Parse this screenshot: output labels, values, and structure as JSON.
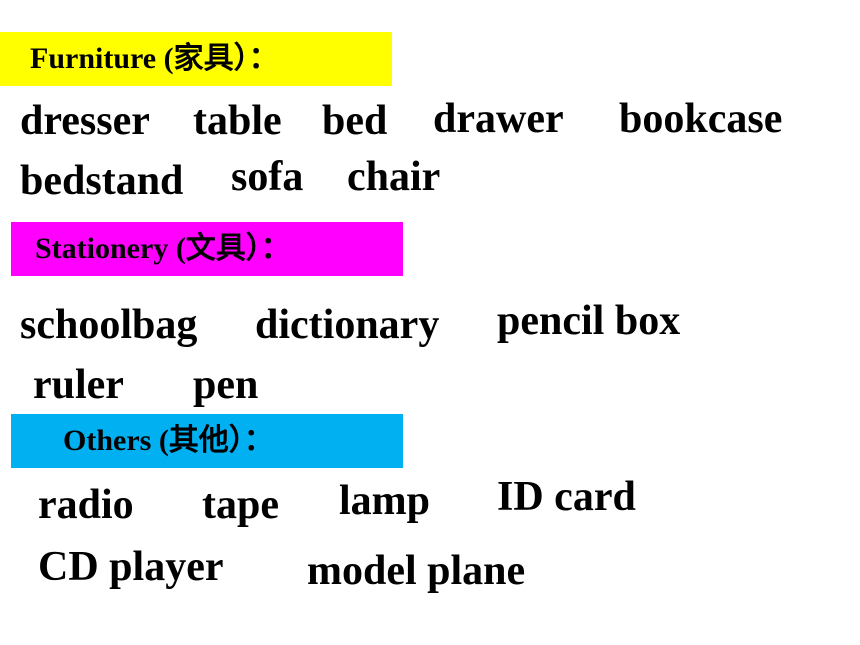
{
  "colors": {
    "furniture_band": "#FFFF00",
    "stationery_band": "#FF00FF",
    "others_band": "#00B0F0",
    "text": "#000000",
    "background": "#FFFFFF"
  },
  "furniture": {
    "heading": "Furniture (家具）：",
    "words": [
      "dresser",
      "table",
      "bed",
      "drawer",
      "bookcase",
      "bedstand",
      "sofa",
      "chair"
    ]
  },
  "stationery": {
    "heading": "Stationery (文具）：",
    "words": [
      "schoolbag",
      "dictionary",
      "pencil box",
      "ruler",
      "pen"
    ]
  },
  "others": {
    "heading": "Others (其他）：",
    "words": [
      "radio",
      "tape",
      "lamp",
      "ID card",
      "CD player",
      "model plane"
    ]
  }
}
